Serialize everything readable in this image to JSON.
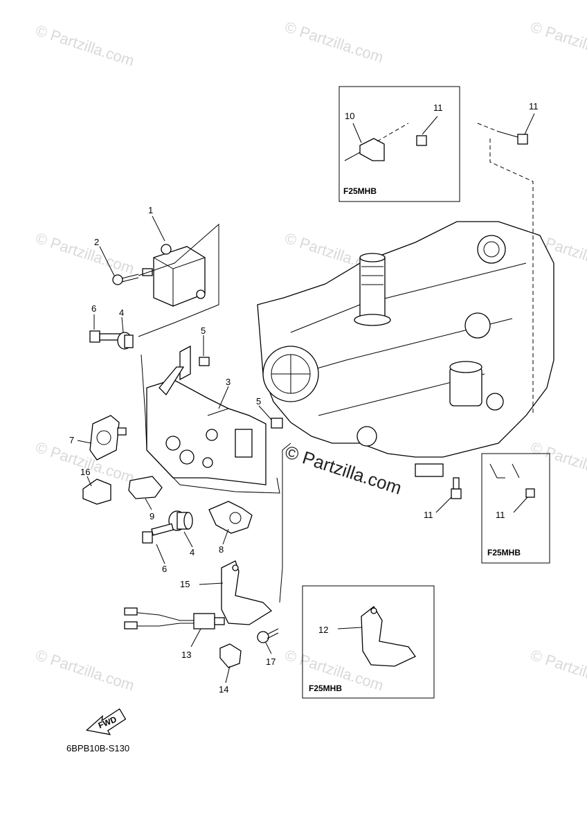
{
  "watermark": {
    "text": "© Partzilla.com",
    "center_text": "© Partzilla.com"
  },
  "callouts": {
    "c1": "1",
    "c2": "2",
    "c3": "3",
    "c4a": "4",
    "c4b": "4",
    "c5a": "5",
    "c5b": "5",
    "c6a": "6",
    "c6b": "6",
    "c7": "7",
    "c8": "8",
    "c9": "9",
    "c10": "10",
    "c11a": "11",
    "c11b": "11",
    "c11c": "11",
    "c11d": "11",
    "c12": "12",
    "c13": "13",
    "c14": "14",
    "c15": "15",
    "c16": "16",
    "c17": "17"
  },
  "boxes": {
    "top_label": "F25MHB",
    "right_label": "F25MHB",
    "bottom_label": "F25MHB"
  },
  "fwd_label": "FWD",
  "reference_code": "6BPB10B-S130"
}
